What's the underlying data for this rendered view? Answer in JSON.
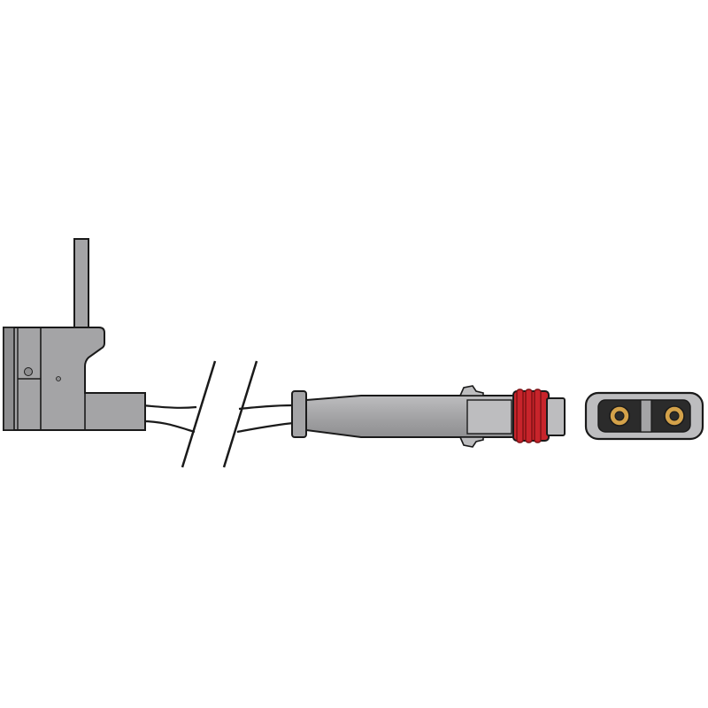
{
  "diagram": {
    "subject": "brake-pad-wear-sensor",
    "colors": {
      "background": "#ffffff",
      "body": "#a4a4a6",
      "body_light": "#bdbdbf",
      "body_dark": "#8e8e90",
      "outline": "#1a1a1a",
      "seal": "#c8242b",
      "seal_dark": "#7a1014",
      "contact": "#d4a24a",
      "socket_face": "#2b2b2b",
      "wire": "#1a1a1a"
    },
    "parts": [
      {
        "id": "sensor-head",
        "icon": "sensor-head-icon"
      },
      {
        "id": "cable-break",
        "icon": "break-lines-icon"
      },
      {
        "id": "connector-plug",
        "icon": "plug-icon"
      },
      {
        "id": "connector-face",
        "icon": "two-pin-socket-icon"
      }
    ]
  }
}
